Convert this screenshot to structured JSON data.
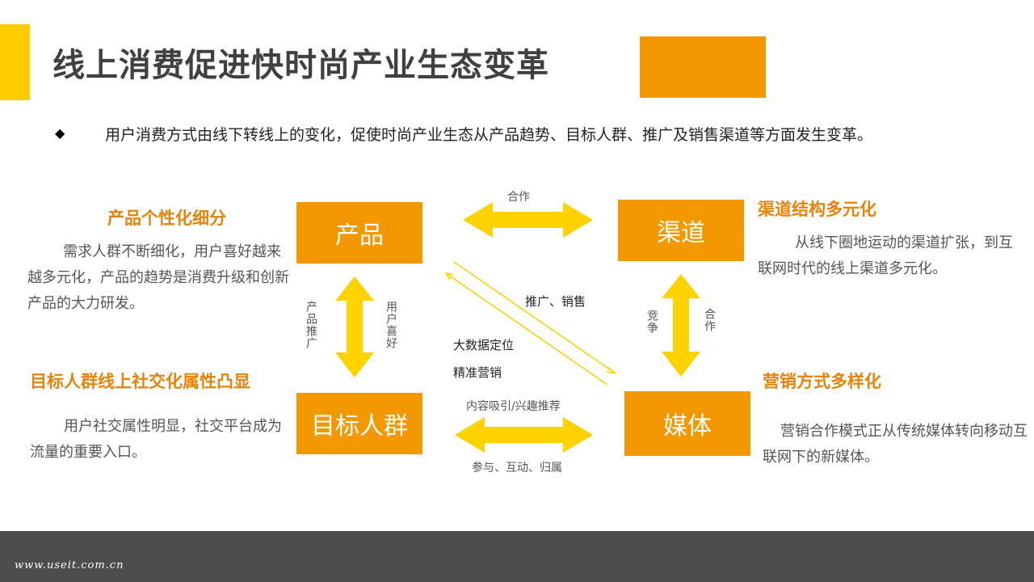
{
  "title": "线上消费促进快时尚产业生态变革",
  "bullet": {
    "mark": "◆",
    "text": "用户消费方式由线下转线上的变化，促使时尚产业生态从产品趋势、目标人群、推广及销售渠道等方面发生变革。"
  },
  "nodes": {
    "product": "产品",
    "channel": "渠道",
    "audience": "目标人群",
    "media": "媒体"
  },
  "sections": {
    "product": {
      "title": "产品个性化细分",
      "desc": "需求人群不断细化，用户喜好越来越多元化，产品的趋势是消费升级和创新产品的大力研发。"
    },
    "channel": {
      "title": "渠道结构多元化",
      "desc": "从线下圈地运动的渠道扩张，到互联网时代的线上渠道多元化。"
    },
    "audience": {
      "title": "目标人群线上社交化属性凸显",
      "desc": "用户社交属性明显，社交平台成为流量的重要入口。"
    },
    "media": {
      "title": "营销方式多样化",
      "desc": "营销合作模式正从传统媒体转向移动互联网下的新媒体。"
    }
  },
  "arrow_labels": {
    "top": "合作",
    "diag_right": "推广、销售",
    "diag_left_1": "大数据定位",
    "diag_left_2": "精准营销",
    "left_vertical_1": "产品推广",
    "left_vertical_2": "用户喜好",
    "right_vertical_1": "竞争",
    "right_vertical_2": "合作",
    "bottom_top": "内容吸引/兴趣推荐",
    "bottom_bottom": "参与、互动、归属"
  },
  "colors": {
    "accent_yellow": "#FFCC00",
    "orange": "#F39800",
    "arrow_yellow": "#FFD200",
    "footer": "#4D4D4D"
  },
  "footer": {
    "url": "www.useit.com.cn"
  }
}
